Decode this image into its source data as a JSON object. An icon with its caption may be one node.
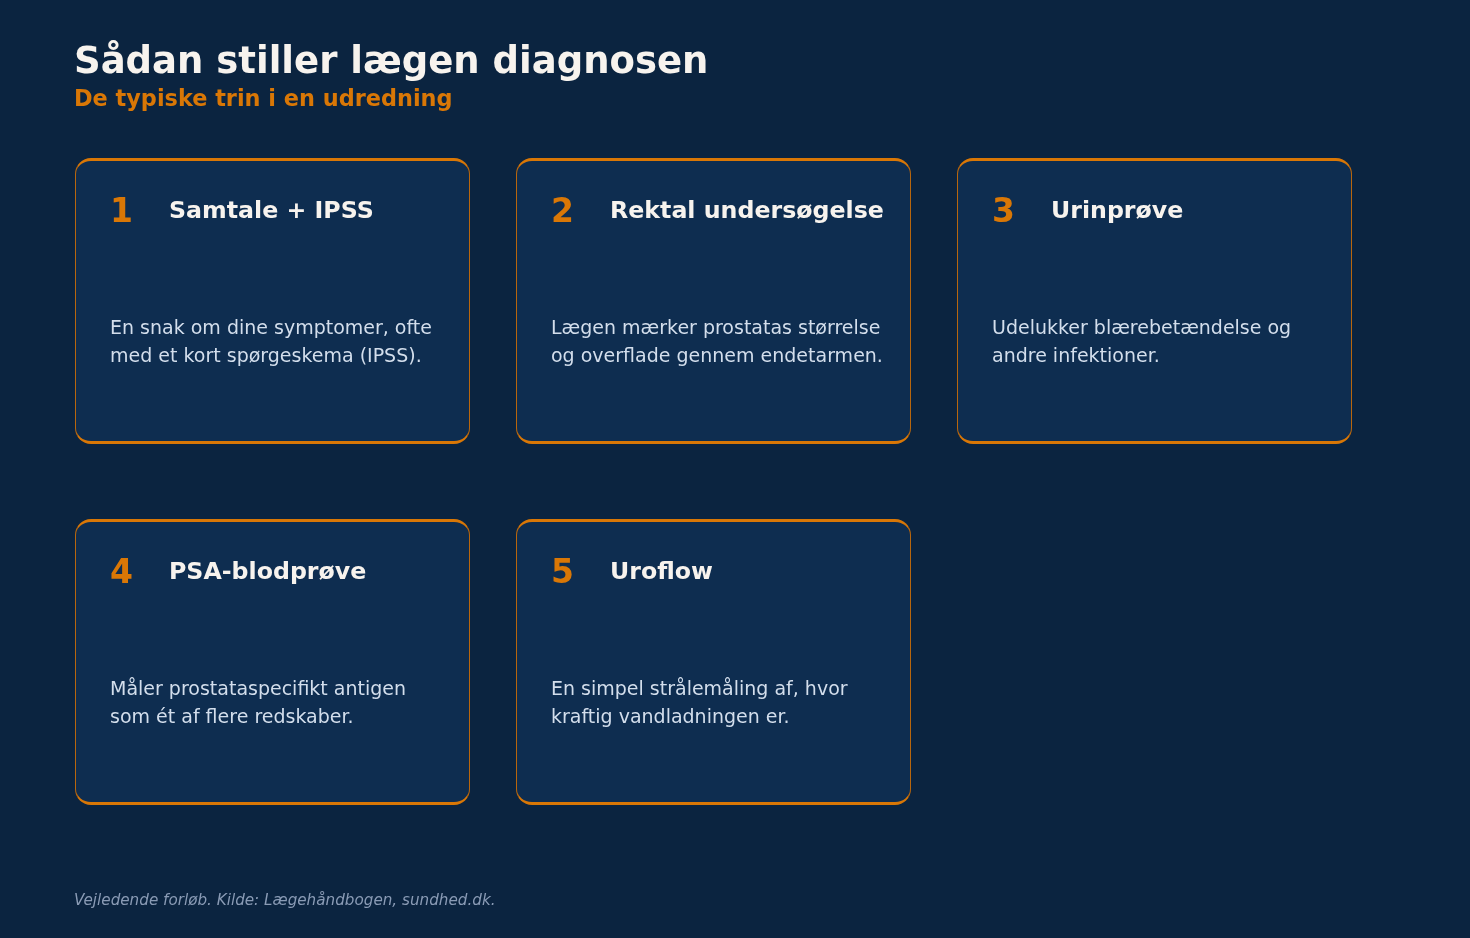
{
  "diagram": {
    "title": "Sådan stiller lægen diagnosen",
    "caption": "Vejledende forløb. Kilde: Lægehåndbogen, sundhed.dk.",
    "labels": [
      "De typiske trin i en udredning"
    ],
    "nodes": [
      {
        "text": [
          "1",
          "Samtale + IPSS",
          "En snak om dine symptomer, ofte med et kort spørgeskema (IPSS)."
        ]
      },
      {
        "text": [
          "2",
          "Rektal undersøgelse",
          "Lægen mærker prostatas størrelse og overflade gennem endetarmen."
        ]
      },
      {
        "text": [
          "3",
          "Urinprøve",
          "Udelukker blærebetændelse og andre infektioner."
        ]
      },
      {
        "text": [
          "4",
          "PSA-blodprøve",
          "Måler prostataspecifikt antigen som ét af flere redskaber."
        ]
      },
      {
        "text": [
          "5",
          "Uroflow",
          "En simpel strålemåling af, hvor kraftig vandladningen er."
        ]
      }
    ]
  }
}
